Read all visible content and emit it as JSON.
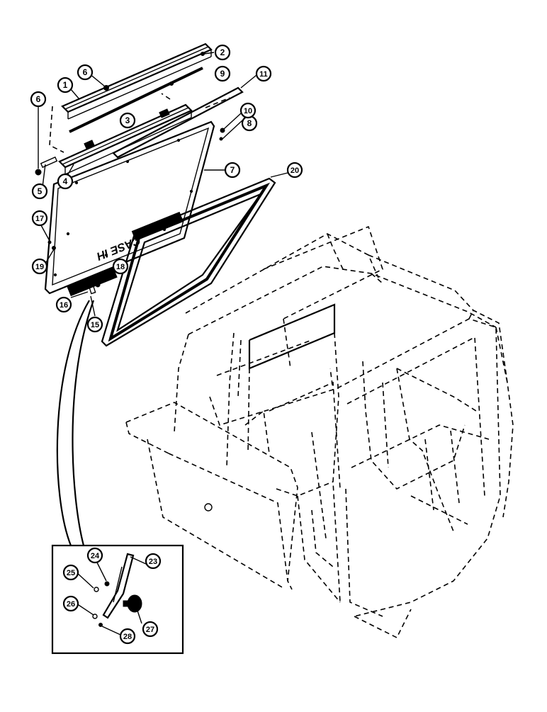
{
  "callouts": [
    {
      "id": "c1",
      "label": "1"
    },
    {
      "id": "c2",
      "label": "2"
    },
    {
      "id": "c3",
      "label": "3"
    },
    {
      "id": "c4",
      "label": "4"
    },
    {
      "id": "c5",
      "label": "5"
    },
    {
      "id": "c6a",
      "label": "6"
    },
    {
      "id": "c6b",
      "label": "6"
    },
    {
      "id": "c7",
      "label": "7"
    },
    {
      "id": "c8",
      "label": "8"
    },
    {
      "id": "c9",
      "label": "9"
    },
    {
      "id": "c10",
      "label": "10"
    },
    {
      "id": "c11",
      "label": "11"
    },
    {
      "id": "c15",
      "label": "15"
    },
    {
      "id": "c16",
      "label": "16"
    },
    {
      "id": "c17",
      "label": "17"
    },
    {
      "id": "c18",
      "label": "18"
    },
    {
      "id": "c19",
      "label": "19"
    },
    {
      "id": "c20",
      "label": "20"
    },
    {
      "id": "c23",
      "label": "23"
    },
    {
      "id": "c24",
      "label": "24"
    },
    {
      "id": "c25",
      "label": "25"
    },
    {
      "id": "c26",
      "label": "26"
    },
    {
      "id": "c27",
      "label": "27"
    },
    {
      "id": "c28",
      "label": "28"
    }
  ],
  "glass_decal": {
    "text": "CASE IH"
  }
}
